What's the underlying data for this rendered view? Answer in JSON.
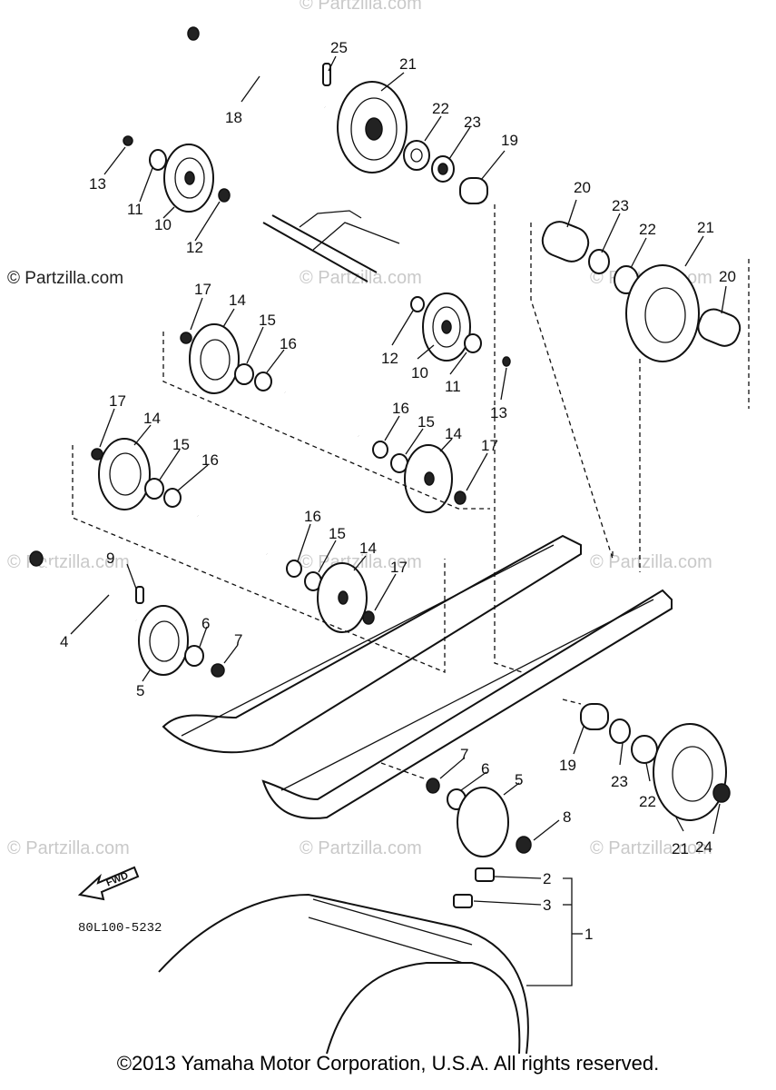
{
  "copyright": "©2013 Yamaha Motor Corporation, U.S.A. All rights reserved.",
  "drawing_number": "80L100-5232",
  "fwd_label": "FWD",
  "watermarks": [
    "© Partzilla.com",
    "© Partzilla.com",
    "© Partzilla.com",
    "© Partzilla.com",
    "© Partzilla.com",
    "© Partzilla.com",
    "© Partzilla.com",
    "© Partzilla.com",
    "© Partzilla.com",
    "© Partzilla.com"
  ],
  "callouts": {
    "c25": "25",
    "c21a": "21",
    "c18": "18",
    "c22a": "22",
    "c23a": "23",
    "c19a": "19",
    "c13a": "13",
    "c11a": "11",
    "c10a": "10",
    "c12a": "12",
    "c20a": "20",
    "c23b": "23",
    "c22b": "22",
    "c21b": "21",
    "c20b": "20",
    "c17a": "17",
    "c14a": "14",
    "c15a": "15",
    "c16a": "16",
    "c12b": "12",
    "c10b": "10",
    "c11b": "11",
    "c13b": "13",
    "c17b": "17",
    "c14b": "14",
    "c15b": "15",
    "c16b": "16",
    "c16c": "16",
    "c15c": "15",
    "c14c": "14",
    "c17c": "17",
    "c9": "9",
    "c16d": "16",
    "c15d": "15",
    "c14d": "14",
    "c17d": "17",
    "c4": "4",
    "c6a": "6",
    "c7a": "7",
    "c5a": "5",
    "c7b": "7",
    "c6b": "6",
    "c5b": "5",
    "c8": "8",
    "c19b": "19",
    "c23c": "23",
    "c22c": "22",
    "c21c": "21",
    "c24": "24",
    "c2": "2",
    "c3": "3",
    "c1": "1"
  }
}
